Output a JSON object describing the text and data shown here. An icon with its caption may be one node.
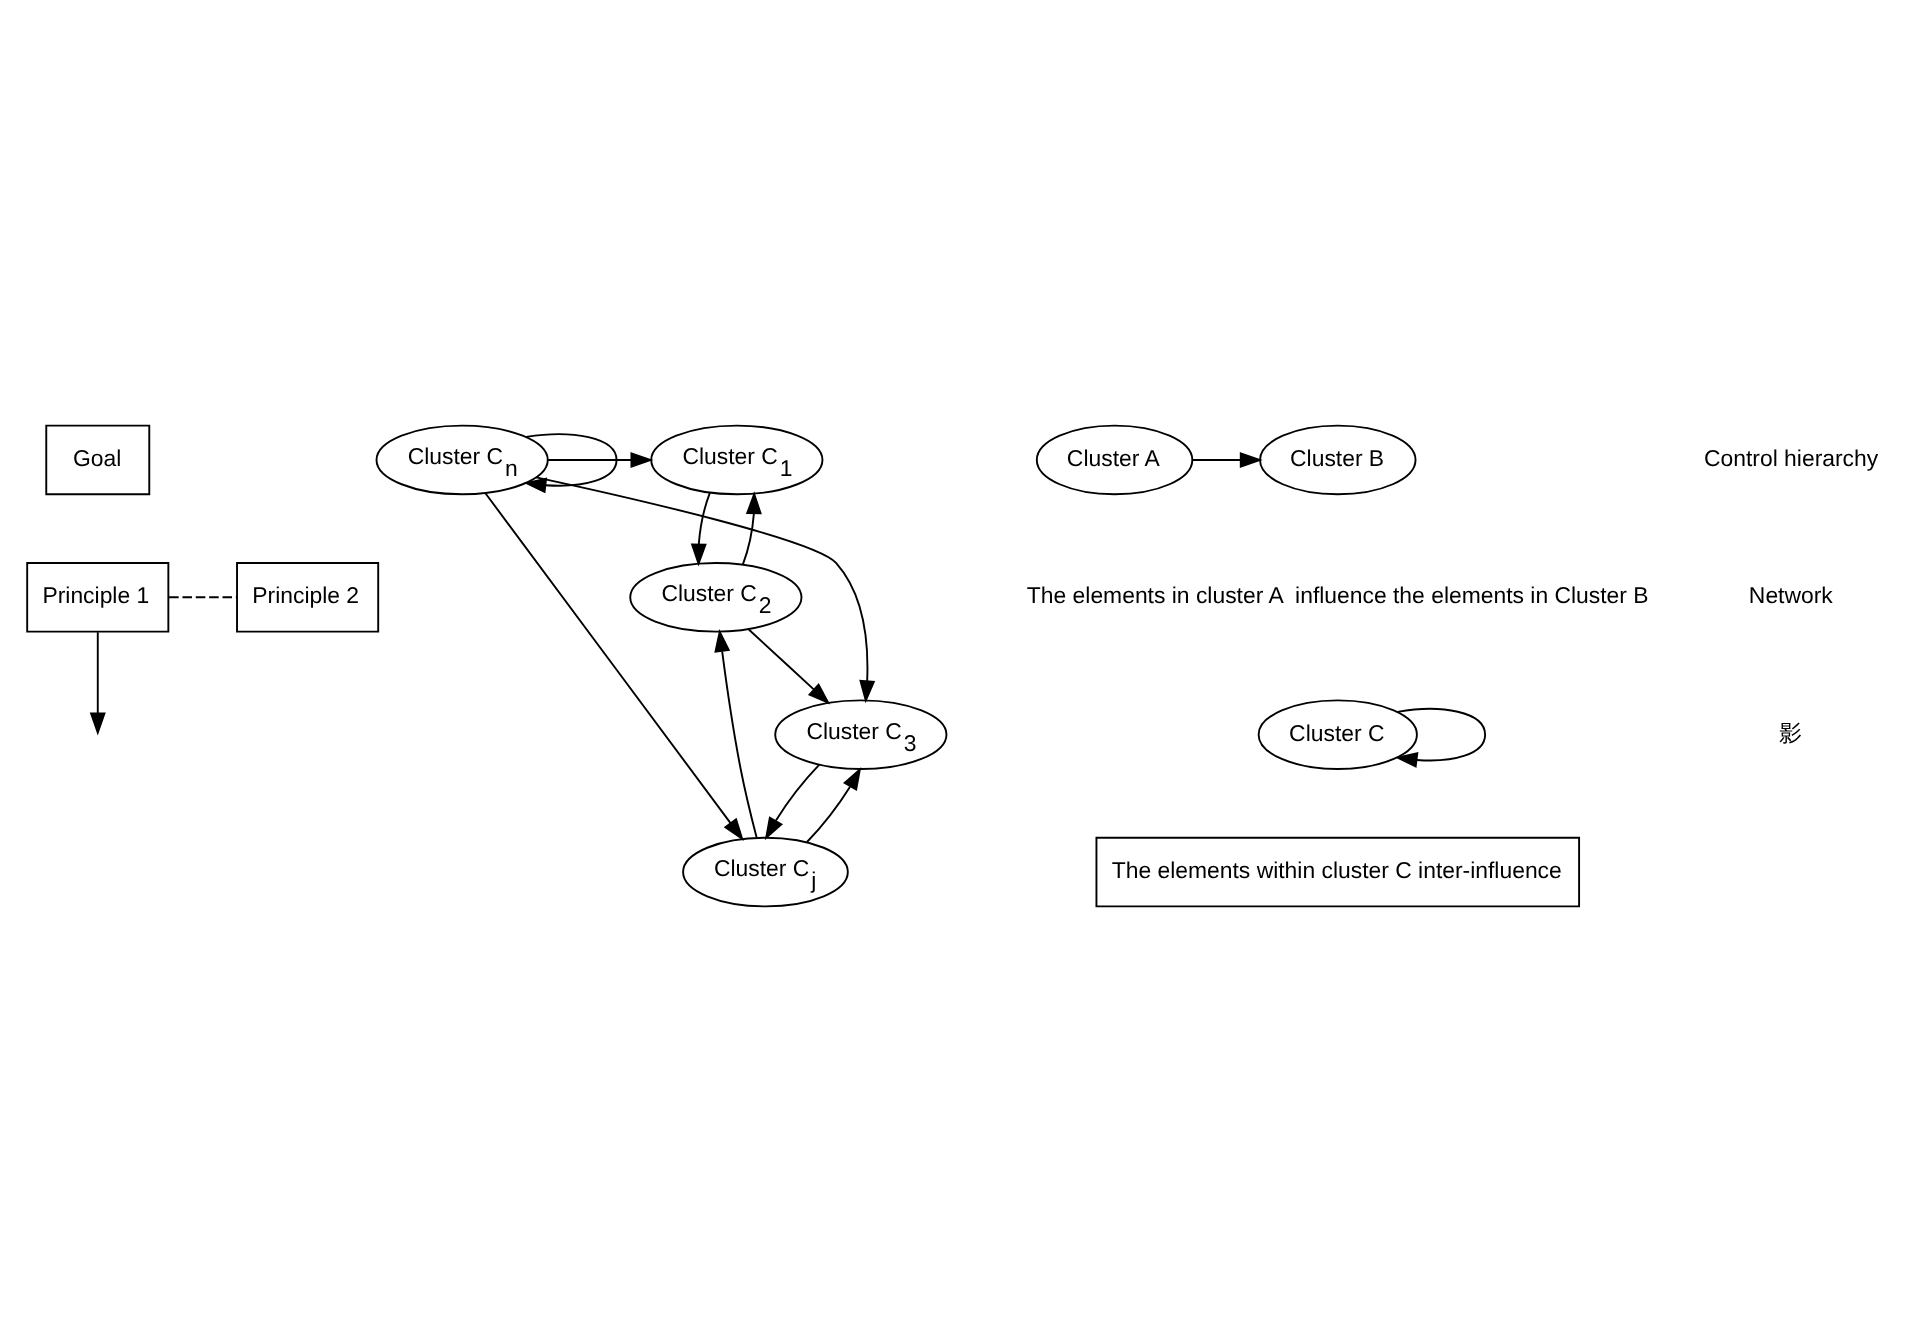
{
  "diagram": {
    "nodes": [
      {
        "text": [
          "Goal"
        ]
      },
      {
        "text": [
          "Principle 1"
        ]
      },
      {
        "text": [
          "Principle 2"
        ]
      },
      {
        "text": [
          "Cluster C$_{1}$"
        ]
      },
      {
        "text": [
          "Cluster C$_{n}$"
        ]
      },
      {
        "text": [
          "Cluster C$_{2}$"
        ]
      },
      {
        "text": [
          "Cluster C$_{j}$"
        ]
      },
      {
        "text": [
          "Cluster C$_{3}$"
        ]
      },
      {
        "text": [
          "Cluster A"
        ]
      },
      {
        "text": [
          "Cluster B"
        ]
      },
      {
        "text": [
          "Cluster C"
        ]
      },
      {
        "text": [
          "The elements within cluster C inter-influence"
        ]
      }
    ],
    "edges": [
      {
        "from": 1,
        "to": 2,
        "arrow": "none",
        "style": "dashed"
      },
      {
        "from": 1,
        "to": null,
        "arrow": "to"
      },
      {
        "from": 4,
        "to": 4,
        "arrow": "to"
      },
      {
        "from": 4,
        "to": 3,
        "arrow": "to"
      },
      {
        "from": 3,
        "to": 5,
        "arrow": "to"
      },
      {
        "from": 5,
        "to": 3,
        "arrow": "to"
      },
      {
        "from": 4,
        "to": 6,
        "arrow": "to"
      },
      {
        "from": 6,
        "to": 5,
        "arrow": "to"
      },
      {
        "from": 5,
        "to": 7,
        "arrow": "to"
      },
      {
        "from": 4,
        "to": 7,
        "arrow": "to"
      },
      {
        "from": 7,
        "to": 6,
        "arrow": "to"
      },
      {
        "from": 6,
        "to": 7,
        "arrow": "to"
      },
      {
        "from": 8,
        "to": 9,
        "arrow": "to"
      },
      {
        "from": 10,
        "to": 10,
        "arrow": "to"
      }
    ],
    "labels": [
      "Control hierarchy",
      "The elements in cluster A  influence the elements in Cluster B",
      "Network",
      "影"
    ]
  }
}
